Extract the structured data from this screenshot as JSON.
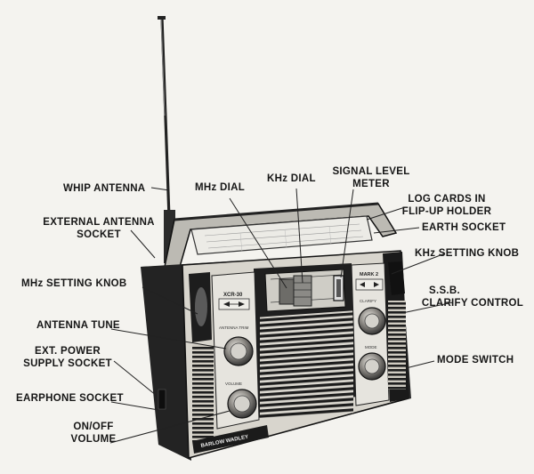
{
  "labels": {
    "whip_antenna": "WHIP ANTENNA",
    "mhz_dial": "MHz DIAL",
    "khz_dial": "KHz DIAL",
    "signal_level_meter": [
      "SIGNAL LEVEL",
      "METER"
    ],
    "log_cards": [
      "LOG CARDS IN",
      "FLIP-UP HOLDER"
    ],
    "external_antenna_socket": [
      "EXTERNAL ANTENNA",
      "SOCKET"
    ],
    "earth_socket": "EARTH SOCKET",
    "khz_setting_knob": "KHz SETTING KNOB",
    "mhz_setting_knob": "MHz SETTING KNOB",
    "ssb_clarify_control": [
      "S.S.B.",
      "CLARIFY CONTROL"
    ],
    "antenna_tune": "ANTENNA TUNE",
    "ext_power_supply_socket": [
      "EXT. POWER",
      "SUPPLY SOCKET"
    ],
    "mode_switch": "MODE SWITCH",
    "earphone_socket": "EARPHONE SOCKET",
    "on_off_volume": [
      "ON/OFF",
      "VOLUME"
    ]
  },
  "radio_text": {
    "model": "XCR-30",
    "mark": "MARK 2",
    "brand": "BARLOW WADLEY",
    "antenna_trim": "ANTENNA TRIM",
    "volume": "VOLUME",
    "clarify": "CLARIFY",
    "mode": "MODE"
  }
}
